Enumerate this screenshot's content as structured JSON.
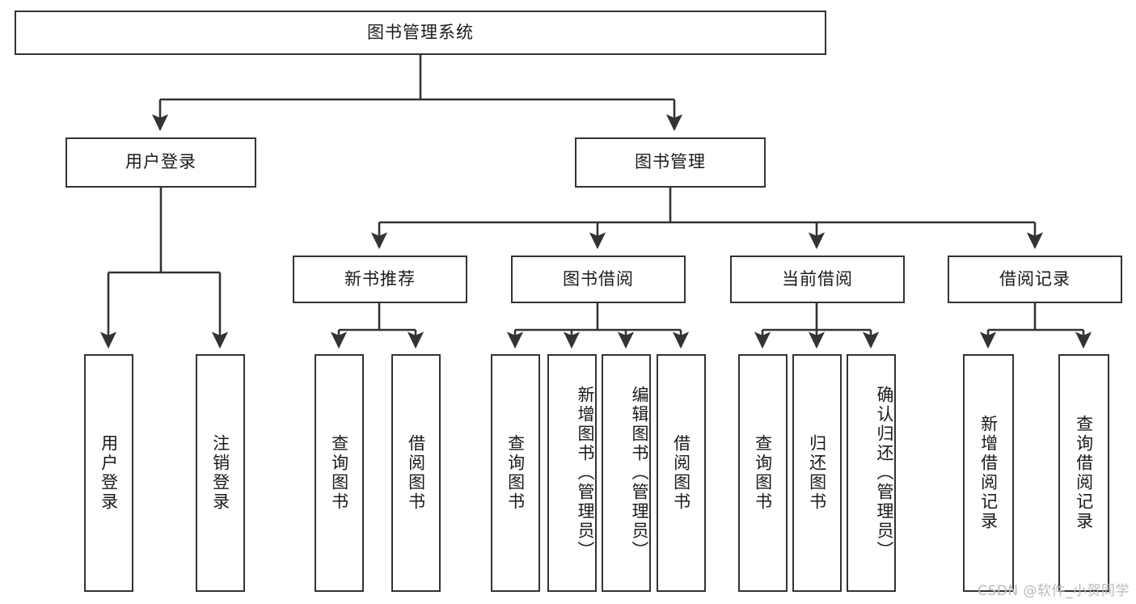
{
  "diagram": {
    "title": "图书管理系统",
    "type": "tree",
    "root": {
      "label": "图书管理系统"
    },
    "level1": [
      {
        "label": "用户登录"
      },
      {
        "label": "图书管理"
      }
    ],
    "level2": [
      {
        "label": "新书推荐"
      },
      {
        "label": "图书借阅"
      },
      {
        "label": "当前借阅"
      },
      {
        "label": "借阅记录"
      }
    ],
    "leaves": {
      "user_login": [
        {
          "label": "用户登录"
        },
        {
          "label": "注销登录"
        }
      ],
      "new_book": [
        {
          "label": "查询图书"
        },
        {
          "label": "借阅图书"
        }
      ],
      "borrow_book": [
        {
          "label": "查询图书"
        },
        {
          "label": "新增图书（管理员）"
        },
        {
          "label": "编辑图书（管理员）"
        },
        {
          "label": "借阅图书"
        }
      ],
      "current_borrow": [
        {
          "label": "查询图书"
        },
        {
          "label": "归还图书"
        },
        {
          "label": "确认归还（管理员）"
        }
      ],
      "borrow_record": [
        {
          "label": "新增借阅记录"
        },
        {
          "label": "查询借阅记录"
        }
      ]
    }
  },
  "watermark": {
    "text": "CSDN @软件_小贺同学"
  },
  "colors": {
    "stroke": "#333333",
    "text": "#1a1a1a",
    "background": "#ffffff",
    "watermark": "#b9b9b9"
  }
}
